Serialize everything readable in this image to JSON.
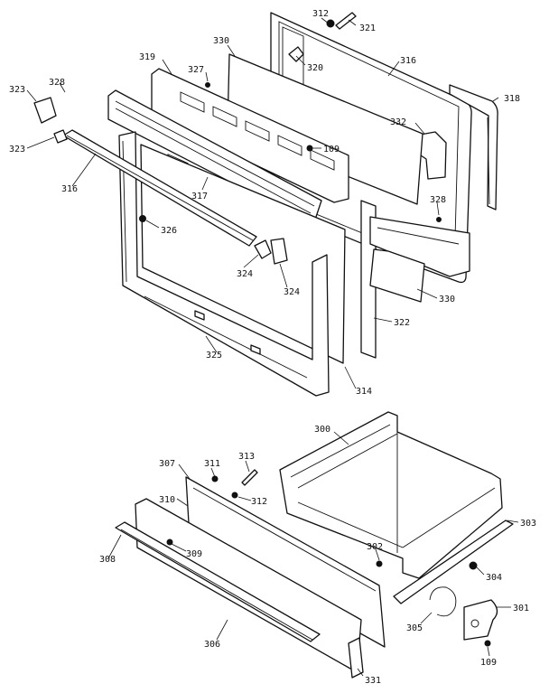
{
  "diagram": {
    "callouts": {
      "c312a": "312",
      "c321": "321",
      "c330a": "330",
      "c320": "320",
      "c316a": "316",
      "c319": "319",
      "c327": "327",
      "c318": "318",
      "c323a": "323",
      "c328a": "328",
      "c323b": "323",
      "c332": "332",
      "c109a": "109",
      "c316b": "316",
      "c317": "317",
      "c328b": "328",
      "c326": "326",
      "c324a": "324",
      "c324b": "324",
      "c330b": "330",
      "c322": "322",
      "c325": "325",
      "c314": "314",
      "c300": "300",
      "c307": "307",
      "c311": "311",
      "c313": "313",
      "c310": "310",
      "c312b": "312",
      "c303": "303",
      "c308": "308",
      "c309": "309",
      "c302": "302",
      "c304": "304",
      "c301": "301",
      "c305": "305",
      "c306": "306",
      "c109b": "109",
      "c331": "331"
    }
  }
}
